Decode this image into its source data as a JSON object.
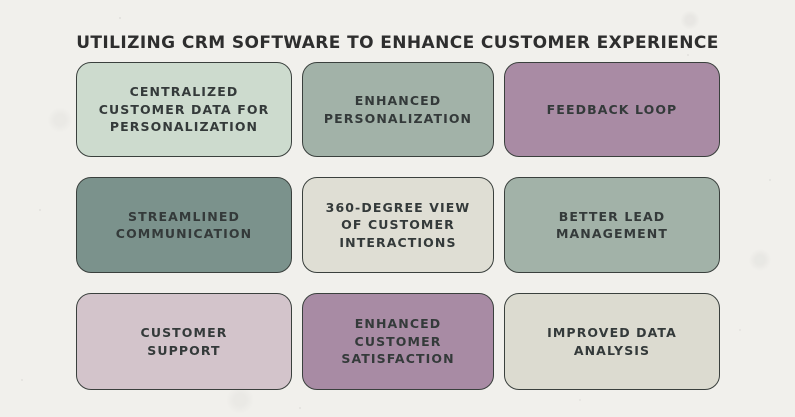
{
  "title": "UTILIZING CRM SOFTWARE TO ENHANCE CUSTOMER EXPERIENCE",
  "colors": {
    "background": "#f1f0ec",
    "card_border": "#3a403d",
    "card_text": "#343a3a",
    "title_text": "#2e2e2e"
  },
  "cards": [
    {
      "label": "CENTRALIZED\nCUSTOMER DATA FOR\nPERSONALIZATION",
      "color": "#cddbce"
    },
    {
      "label": "ENHANCED\nPERSONALIZATION",
      "color": "#a2b2a8"
    },
    {
      "label": "FEEDBACK LOOP",
      "color": "#a98ba4"
    },
    {
      "label": "STREAMLINED\nCOMMUNICATION",
      "color": "#7b928c"
    },
    {
      "label": "360-DEGREE VIEW\nOF CUSTOMER\nINTERACTIONS",
      "color": "#dfded4"
    },
    {
      "label": "BETTER LEAD\nMANAGEMENT",
      "color": "#a2b2a8"
    },
    {
      "label": "CUSTOMER\nSUPPORT",
      "color": "#d3c4cb"
    },
    {
      "label": "ENHANCED CUSTOMER\nSATISFACTION",
      "color": "#a88ba4"
    },
    {
      "label": "IMPROVED DATA\nANALYSIS",
      "color": "#dcdbd0"
    }
  ]
}
